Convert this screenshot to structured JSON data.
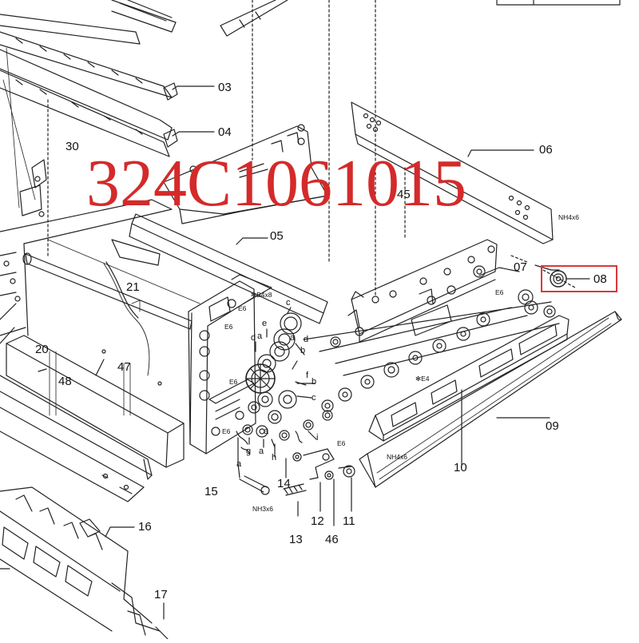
{
  "watermark": "324C1061015",
  "highlighted_part": "08",
  "colors": {
    "line": "#222222",
    "watermark": "#d42a2a",
    "highlight": "#d63a3a"
  },
  "part_numbers": {
    "p03": "03",
    "p04": "04",
    "p30": "30",
    "p06": "06",
    "p45": "45",
    "p05": "05",
    "p07": "07",
    "p08": "08",
    "p21": "21",
    "p20": "20",
    "p48": "48",
    "p47": "47",
    "p09": "09",
    "p10": "10",
    "p15": "15",
    "p16": "16",
    "p17": "17",
    "p14": "14",
    "p13": "13",
    "p12": "12",
    "p46": "46",
    "p11": "11"
  },
  "letters": {
    "c1": "c",
    "e": "e",
    "d1": "d",
    "d2": "d",
    "b1": "b",
    "b2": "b",
    "f": "f",
    "c2": "c",
    "i": "i",
    "g": "g",
    "a1": "a",
    "a2": "a",
    "h": "h",
    "a3": "a",
    "a4": "a",
    "a5": "a"
  },
  "screws": {
    "b4x8": "✻B4x8",
    "nh4x6_top": "NH4x6",
    "nh4x6_bot": "NH4x6",
    "nh3x6": "NH3x6",
    "e4": "✻E4",
    "e6_a": "E6",
    "e6_b": "E6",
    "e6_c": "E6",
    "e6_d": "E6",
    "e6_e": "E6",
    "e6_f": "E6"
  }
}
